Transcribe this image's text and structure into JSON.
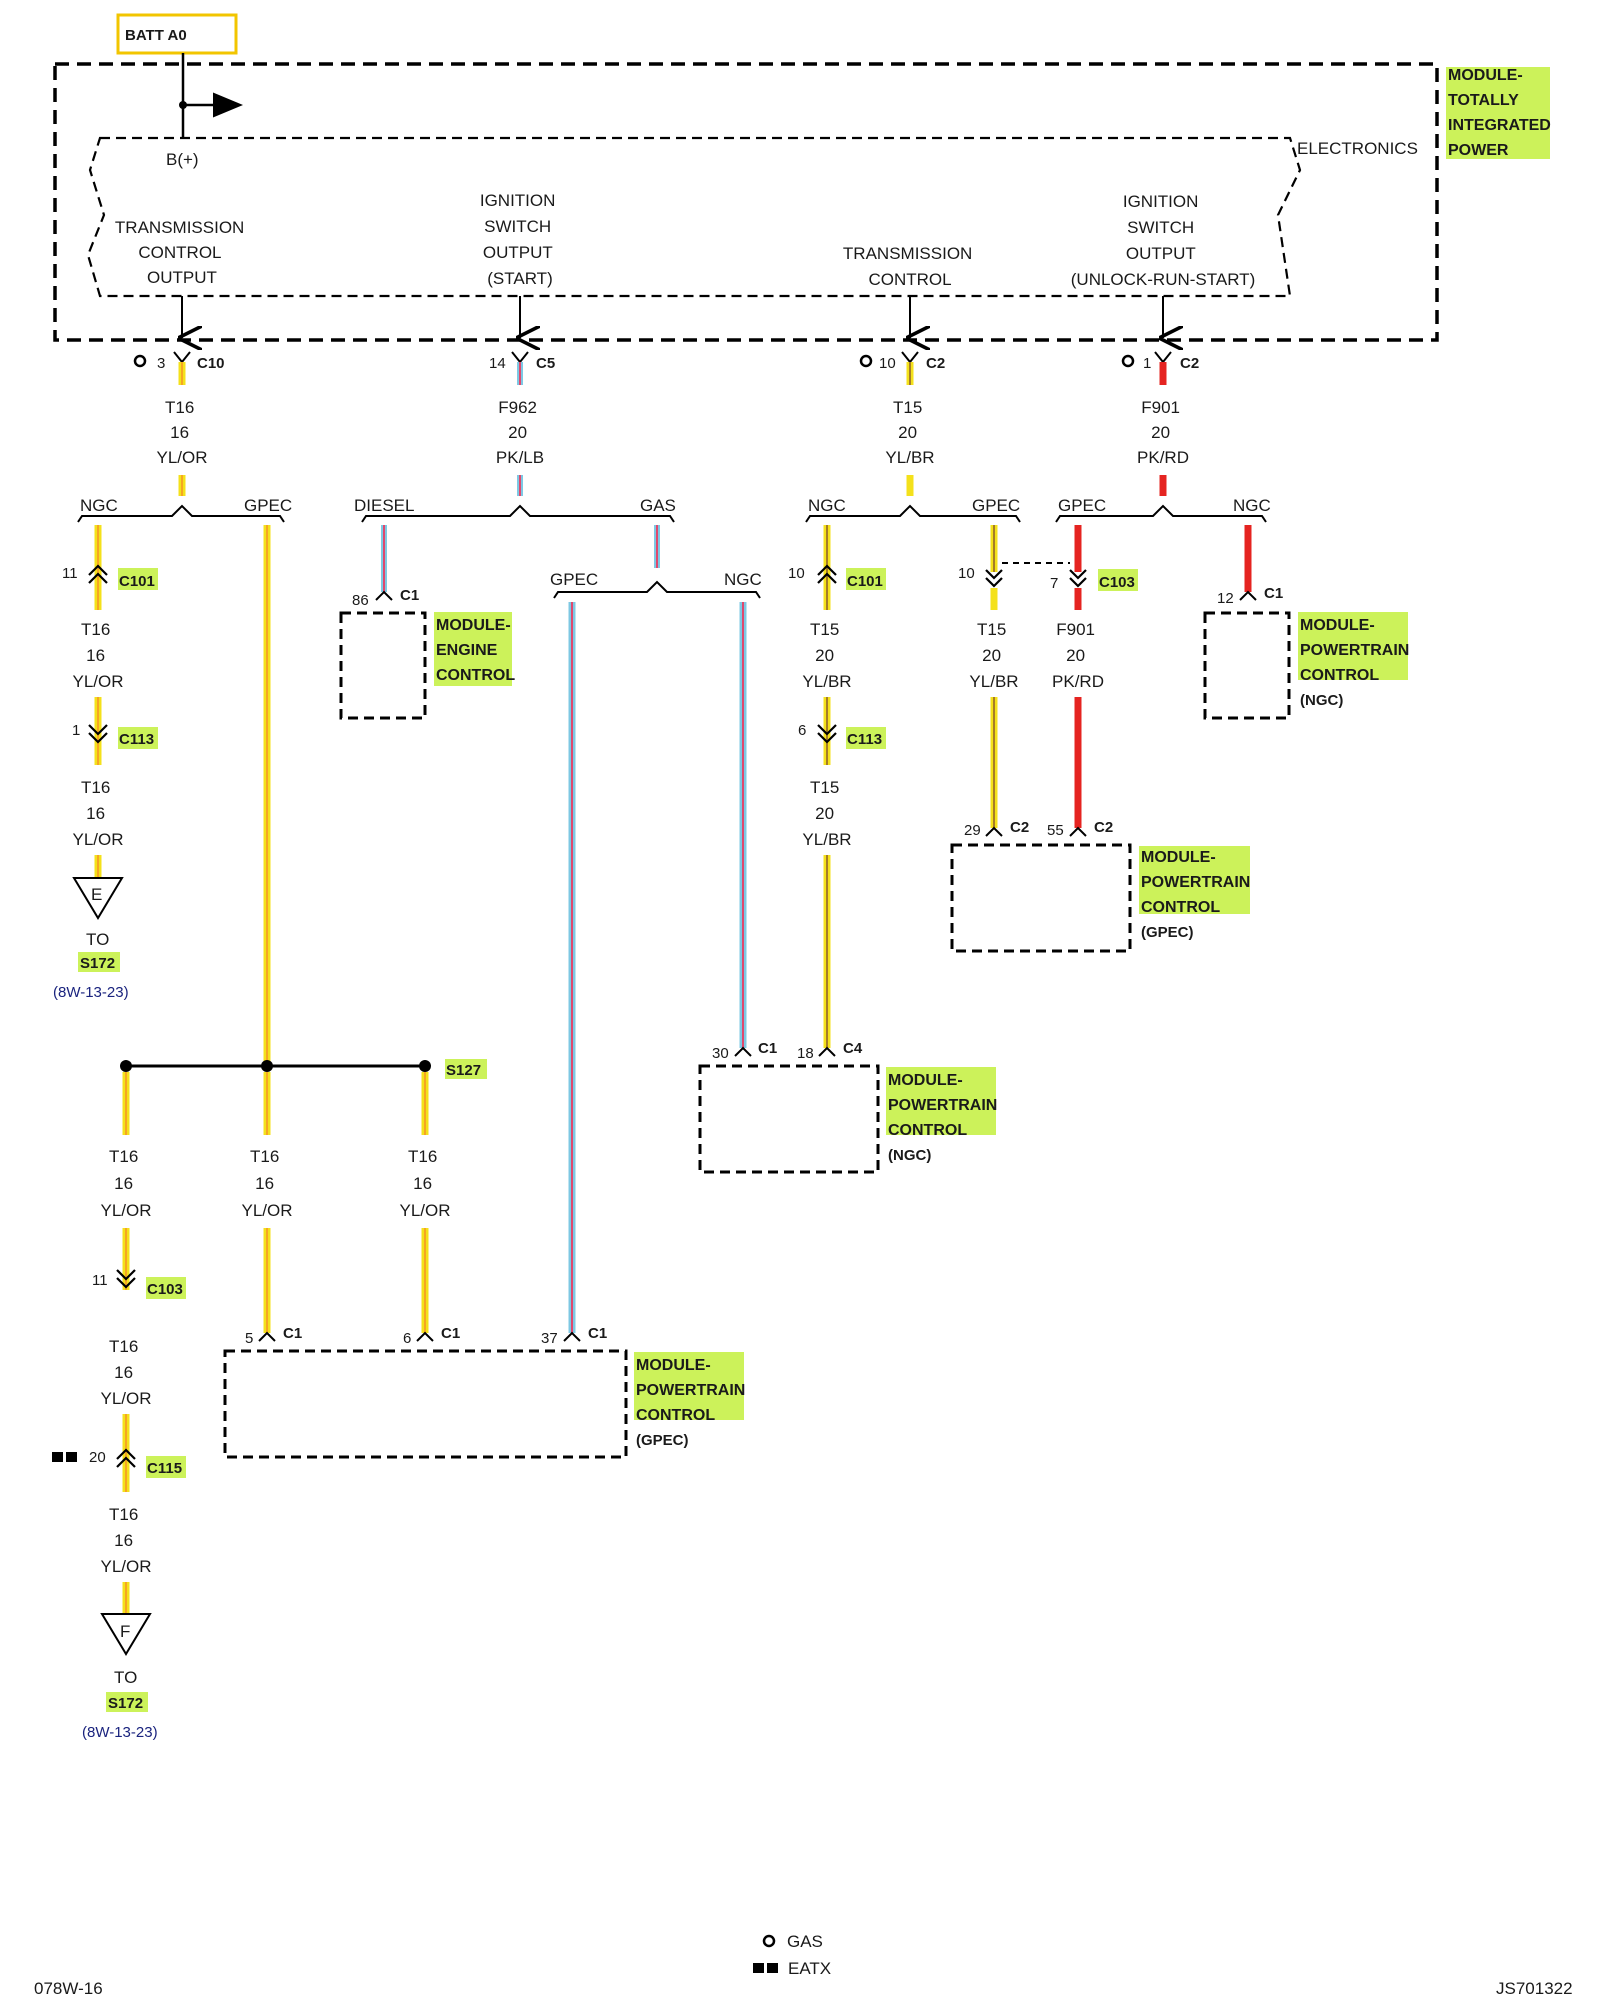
{
  "colors": {
    "yellow": "#f4e11b",
    "orange": "#f5a623",
    "pink": "#e0486e",
    "lightblue": "#7ec8e3",
    "red": "#e52421",
    "brown": "#8b5a2b",
    "highlight": "#ccf25a",
    "batt_border": "#f2c500",
    "ref_blue": "#1a237e"
  },
  "batt": "BATT A0",
  "tipm": {
    "name": [
      "MODULE-",
      "TOTALLY",
      "INTEGRATED",
      "POWER"
    ],
    "electronics": "ELECTRONICS",
    "bplus": "B(+)",
    "outputs": [
      {
        "lines": [
          "TRANSMISSION",
          "CONTROL",
          "OUTPUT"
        ]
      },
      {
        "lines": [
          "IGNITION",
          "SWITCH",
          "OUTPUT",
          "(START)"
        ]
      },
      {
        "lines": [
          "TRANSMISSION",
          "CONTROL"
        ]
      },
      {
        "lines": [
          "IGNITION",
          "SWITCH",
          "OUTPUT",
          "(UNLOCK-RUN-START)"
        ]
      }
    ]
  },
  "top_connectors": [
    {
      "gas": true,
      "pin": "3",
      "name": "C10",
      "wire": [
        "T16",
        "16",
        "YL/OR"
      ]
    },
    {
      "gas": false,
      "pin": "14",
      "name": "C5",
      "wire": [
        "F962",
        "20",
        "PK/LB"
      ]
    },
    {
      "gas": true,
      "pin": "10",
      "name": "C2",
      "wire": [
        "T15",
        "20",
        "YL/BR"
      ]
    },
    {
      "gas": true,
      "pin": "1",
      "name": "C2",
      "wire": [
        "F901",
        "20",
        "PK/RD"
      ]
    }
  ],
  "splits": {
    "s1": [
      "NGC",
      "GPEC"
    ],
    "s2": [
      "DIESEL",
      "GAS"
    ],
    "s2b": [
      "GPEC",
      "NGC"
    ],
    "s3": [
      "NGC",
      "GPEC"
    ],
    "s4": [
      "GPEC",
      "NGC"
    ]
  },
  "col1": {
    "c101": {
      "pin": "11",
      "name": "C101"
    },
    "wire1": [
      "T16",
      "16",
      "YL/OR"
    ],
    "c113": {
      "pin": "1",
      "name": "C113"
    },
    "wire2": [
      "T16",
      "16",
      "YL/OR"
    ],
    "tri_letter": "E",
    "to": "TO",
    "splice": "S172",
    "ref": "(8W-13-23)"
  },
  "ecm": {
    "pin": "86",
    "conn": "C1",
    "name": [
      "MODULE-",
      "ENGINE",
      "CONTROL"
    ]
  },
  "col5": {
    "c101": {
      "pin": "10",
      "name": "C101"
    },
    "wire1": [
      "T15",
      "20",
      "YL/BR"
    ],
    "c113": {
      "pin": "6",
      "name": "C113"
    },
    "wire2": [
      "T15",
      "20",
      "YL/BR"
    ]
  },
  "c103_pair": {
    "left_pin": "10",
    "right_pin": "7",
    "name": "C103",
    "wire_left": [
      "T15",
      "20",
      "YL/BR"
    ],
    "wire_right": [
      "F901",
      "20",
      "PK/RD"
    ]
  },
  "pcm_ngc_top": {
    "pin": "12",
    "conn": "C1",
    "name": [
      "MODULE-",
      "POWERTRAIN",
      "CONTROL"
    ],
    "sub": "(NGC)"
  },
  "pcm_gpec_right": {
    "pin1": "29",
    "conn1": "C2",
    "pin2": "55",
    "conn2": "C2",
    "name": [
      "MODULE-",
      "POWERTRAIN",
      "CONTROL"
    ],
    "sub": "(GPEC)"
  },
  "pcm_ngc_mid": {
    "pin1": "30",
    "conn1": "C1",
    "pin2": "18",
    "conn2": "C4",
    "name": [
      "MODULE-",
      "POWERTRAIN",
      "CONTROL"
    ],
    "sub": "(NGC)"
  },
  "s127": {
    "name": "S127",
    "wires": [
      [
        "T16",
        "16",
        "YL/OR"
      ],
      [
        "T16",
        "16",
        "YL/OR"
      ],
      [
        "T16",
        "16",
        "YL/OR"
      ]
    ]
  },
  "col_left_bottom": {
    "c103": {
      "pin": "11",
      "name": "C103"
    },
    "wire1": [
      "T16",
      "16",
      "YL/OR"
    ],
    "c115": {
      "pin": "20",
      "name": "C115"
    },
    "wire2": [
      "T16",
      "16",
      "YL/OR"
    ],
    "tri_letter": "F",
    "to": "TO",
    "splice": "S172",
    "ref": "(8W-13-23)"
  },
  "pcm_gpec_bottom": {
    "pins": [
      {
        "pin": "5",
        "conn": "C1"
      },
      {
        "pin": "6",
        "conn": "C1"
      },
      {
        "pin": "37",
        "conn": "C1"
      }
    ],
    "name": [
      "MODULE-",
      "POWERTRAIN",
      "CONTROL"
    ],
    "sub": "(GPEC)"
  },
  "legend": {
    "gas": "GAS",
    "eatx": "EATX"
  },
  "footer": {
    "left": "078W-16",
    "right": "JS701322"
  }
}
